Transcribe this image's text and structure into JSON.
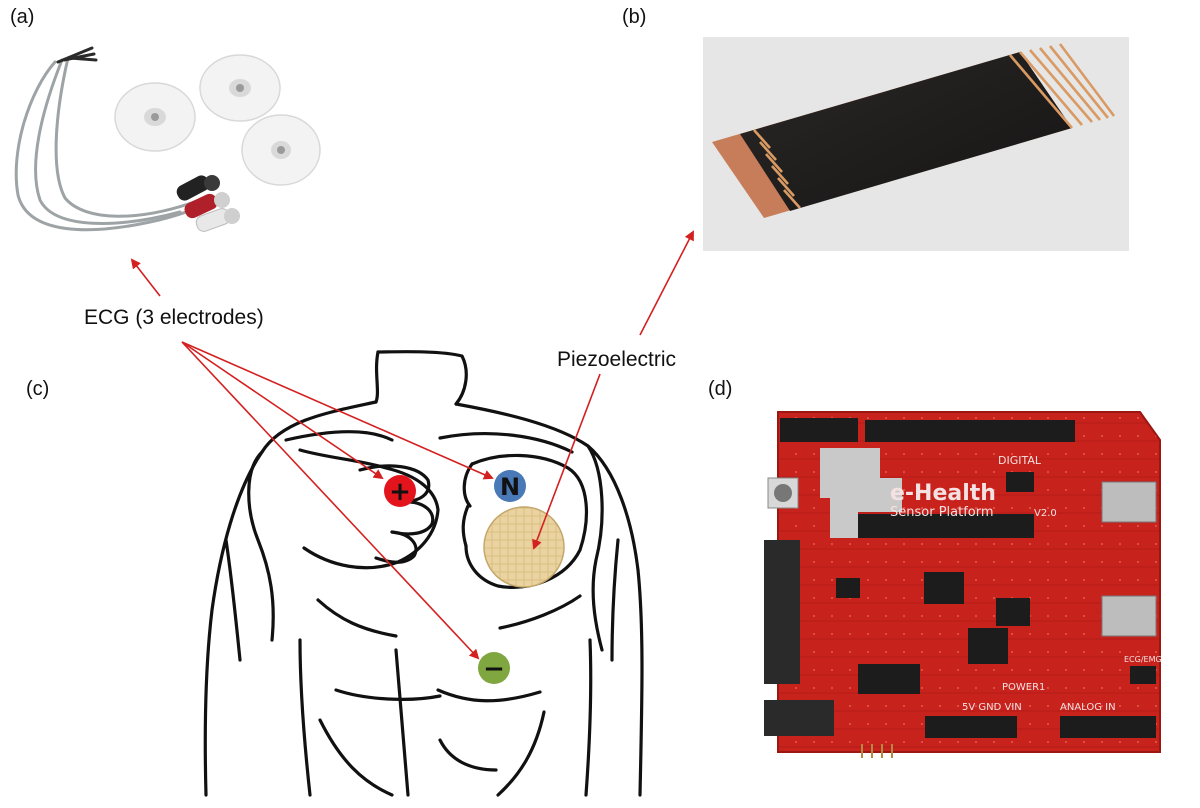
{
  "panels": {
    "a": "(a)",
    "b": "(b)",
    "c": "(c)",
    "d": "(d)"
  },
  "callouts": {
    "ecg": "ECG (3 electrodes)",
    "piezo": "Piezoelectric"
  },
  "electrodes": {
    "positive": "+",
    "neutral": "N",
    "negative": "−"
  },
  "board": {
    "title": "e-Health",
    "subtitle": "Sensor Platform",
    "version": "V2.0",
    "digital": "DIGITAL",
    "analog": "ANALOG IN",
    "power": "POWER1",
    "power_pins": "5V GND VIN",
    "ecg_emg": "ECG/EMG"
  },
  "colors": {
    "arrow": "#d42020",
    "board_red": "#c8221c",
    "electrode_positive": "#e3141b",
    "electrode_neutral": "#4a79b8",
    "electrode_negative": "#7fa63f",
    "piezo_fill": "#ead3a0",
    "strip_dark": "#1e1c1b",
    "copper": "#d8926a"
  }
}
